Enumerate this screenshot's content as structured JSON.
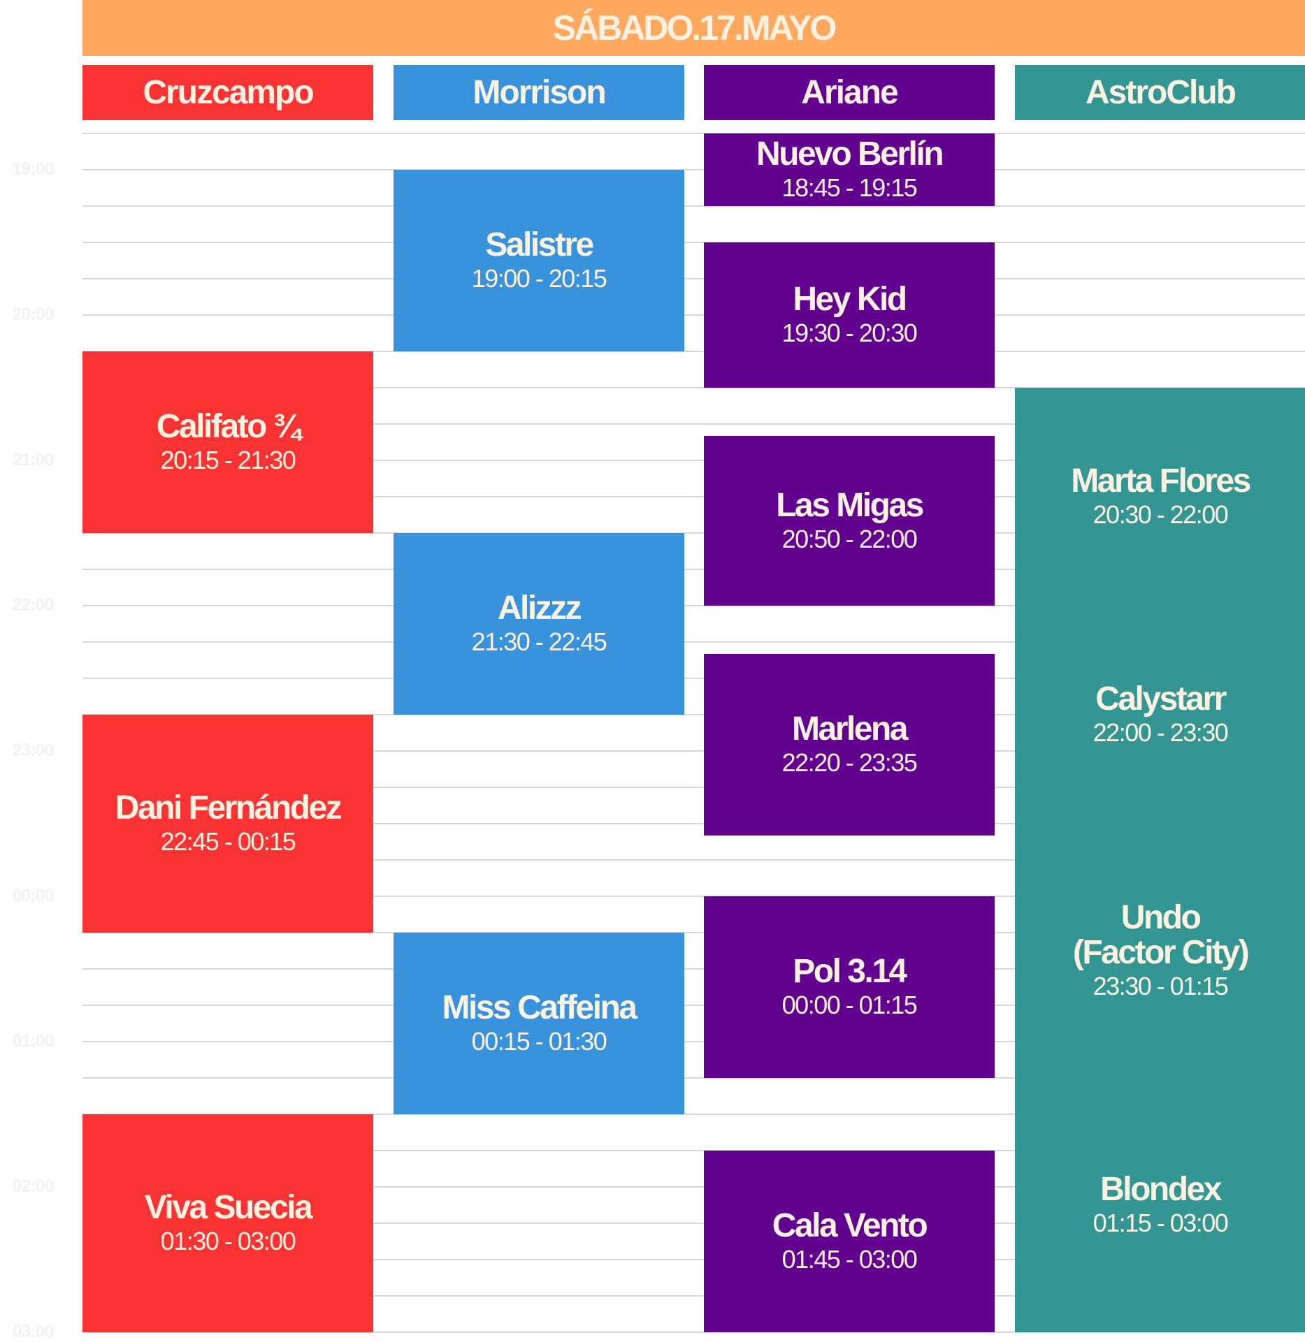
{
  "day_title": "SÁBADO.17.MAYO",
  "colors": {
    "cruzcampo": "#f93334",
    "morrison": "#3993dc",
    "ariane": "#620090",
    "astroclub": "#339693",
    "header": "#ffa95e",
    "text": "#fdf1e1"
  },
  "stages": [
    {
      "name": "Cruzcampo"
    },
    {
      "name": "Morrison"
    },
    {
      "name": "Ariane"
    },
    {
      "name": "AstroClub"
    }
  ],
  "time_axis": [
    "19:00",
    "20:00",
    "21:00",
    "22:00",
    "23:00",
    "00:00",
    "01:00",
    "02:00",
    "03:00"
  ],
  "slots": [
    {
      "stage": 0,
      "artist": "Califato ¾",
      "time": "20:15 - 21:30"
    },
    {
      "stage": 0,
      "artist": "Dani  Fernández",
      "time": "22:45 - 00:15"
    },
    {
      "stage": 0,
      "artist": "Viva Suecia",
      "time": "01:30 - 03:00"
    },
    {
      "stage": 1,
      "artist": "Salistre",
      "time": "19:00 - 20:15"
    },
    {
      "stage": 1,
      "artist": "Alizzz",
      "time": "21:30 - 22:45"
    },
    {
      "stage": 1,
      "artist": "Miss Caffeina",
      "time": "00:15 - 01:30"
    },
    {
      "stage": 2,
      "artist": "Nuevo Berlín",
      "time": "18:45 - 19:15"
    },
    {
      "stage": 2,
      "artist": "Hey Kid",
      "time": "19:30 - 20:30"
    },
    {
      "stage": 2,
      "artist": "Las Migas",
      "time": "20:50 - 22:00"
    },
    {
      "stage": 2,
      "artist": "Marlena",
      "time": "22:20 - 23:35"
    },
    {
      "stage": 2,
      "artist": "Pol 3.14",
      "time": "00:00 - 01:15"
    },
    {
      "stage": 2,
      "artist": "Cala Vento",
      "time": "01:45 - 03:00"
    },
    {
      "stage": 3,
      "artist": "Marta Flores",
      "time": "20:30 - 22:00"
    },
    {
      "stage": 3,
      "artist": "Calystarr",
      "time": "22:00 - 23:30"
    },
    {
      "stage": 3,
      "artist": "Undo\n(Factor City)",
      "time": "23:30 - 01:15"
    },
    {
      "stage": 3,
      "artist": "Blondex",
      "time": "01:15 - 03:00"
    }
  ]
}
